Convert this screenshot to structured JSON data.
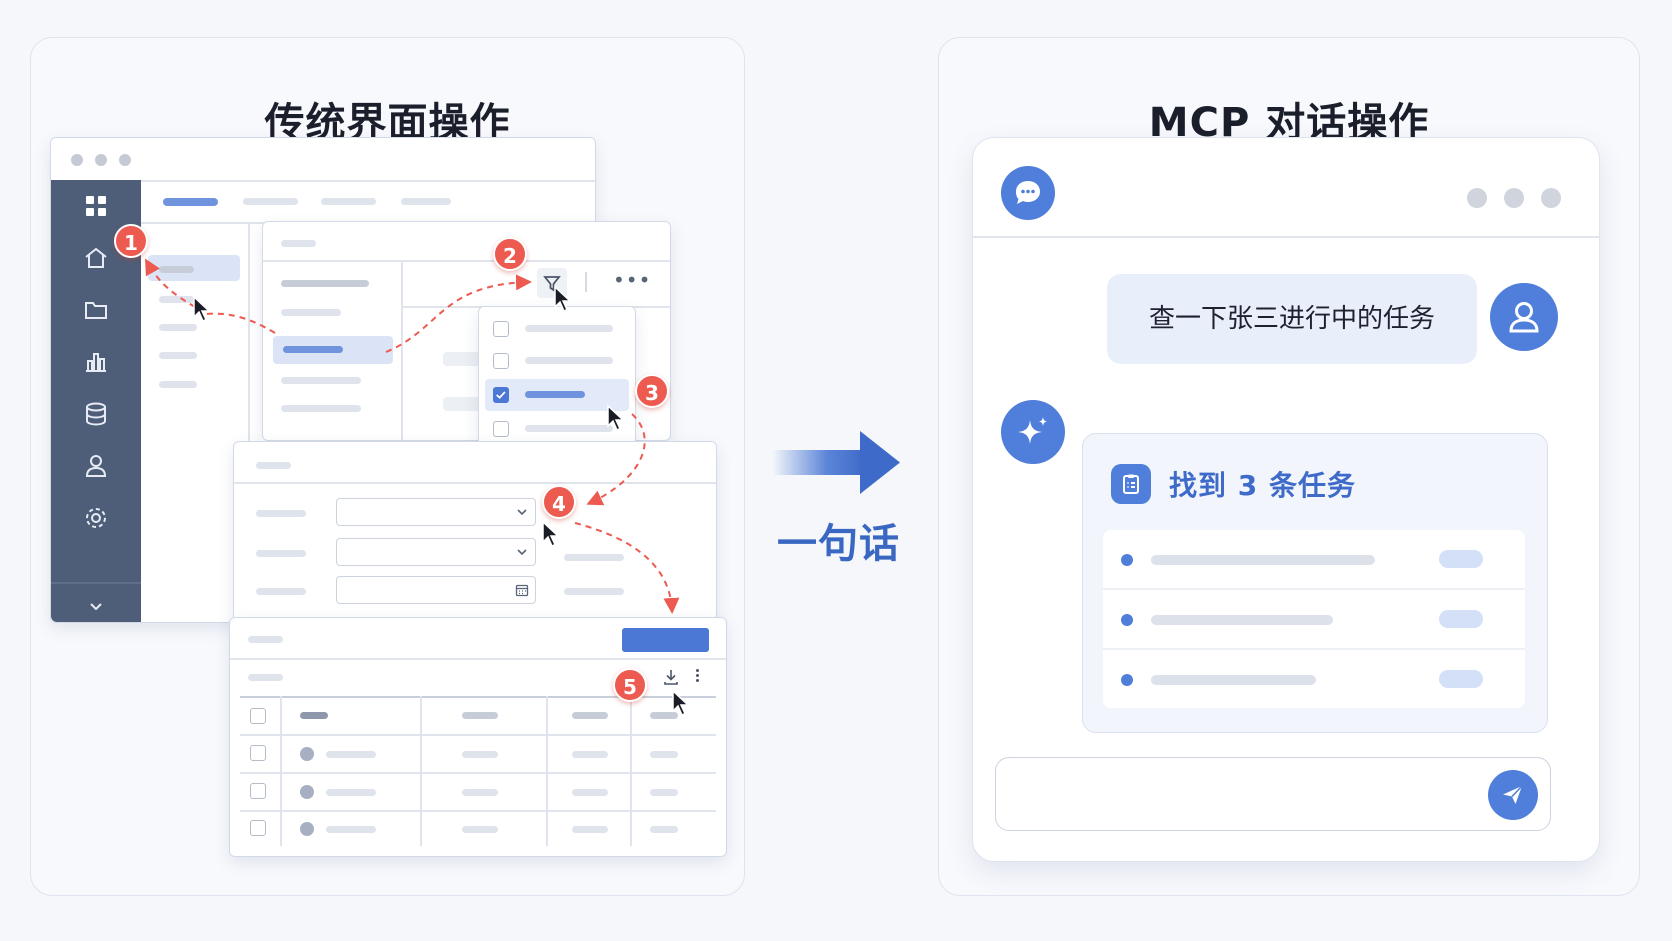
{
  "left_panel": {
    "title": "传统界面操作"
  },
  "right_panel": {
    "title": "MCP 对话操作"
  },
  "transition": {
    "label": "一句话"
  },
  "steps": [
    "1",
    "2",
    "3",
    "4",
    "5"
  ],
  "chat": {
    "user_message": "查一下张三进行中的任务",
    "result_title": "找到 3 条任务"
  },
  "colors": {
    "accent": "#4a78d4",
    "step_badge": "#ec5a50",
    "sidebar": "#4e5e78",
    "result_title": "#3e6bc9"
  },
  "icons": {
    "sidebar": [
      "grid-icon",
      "home-icon",
      "folder-icon",
      "bar-chart-icon",
      "database-icon",
      "user-icon",
      "settings-icon",
      "chevron-down-icon"
    ],
    "toolbar": [
      "filter-icon",
      "more-icon",
      "download-icon",
      "more-vertical-icon",
      "calendar-icon"
    ],
    "chat": [
      "chat-bubble-icon",
      "user-avatar-icon",
      "sparkle-icon",
      "clipboard-icon",
      "send-icon"
    ]
  }
}
